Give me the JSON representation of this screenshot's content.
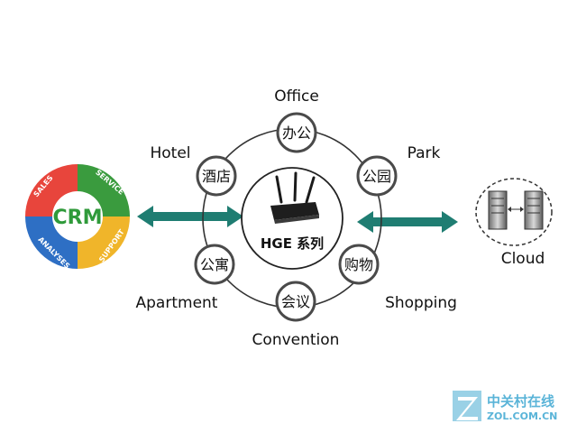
{
  "center": {
    "label": "HGE 系列"
  },
  "nodes": [
    {
      "id": "office",
      "text": "办公",
      "caption": "Office"
    },
    {
      "id": "park",
      "text": "公园",
      "caption": "Park"
    },
    {
      "id": "shopping",
      "text": "购物",
      "caption": "Shopping"
    },
    {
      "id": "convention",
      "text": "会议",
      "caption": "Convention"
    },
    {
      "id": "apartment",
      "text": "公寓",
      "caption": "Apartment"
    },
    {
      "id": "hotel",
      "text": "酒店",
      "caption": "Hotel"
    }
  ],
  "crm": {
    "title": "CRM",
    "segments": [
      "SALES",
      "SERVICE",
      "SUPPORT",
      "ANALYSES"
    ],
    "colors": [
      "#e8453c",
      "#3a9b3e",
      "#f0b52a",
      "#2e6fc4"
    ]
  },
  "cloud": {
    "label": "Cloud"
  },
  "watermark": {
    "cn": "中关村在线",
    "en": "ZOL.COM.CN"
  },
  "colors": {
    "arrow": "#1f7d72",
    "node_stroke": "#4a4a4a",
    "ring": "#333333"
  }
}
